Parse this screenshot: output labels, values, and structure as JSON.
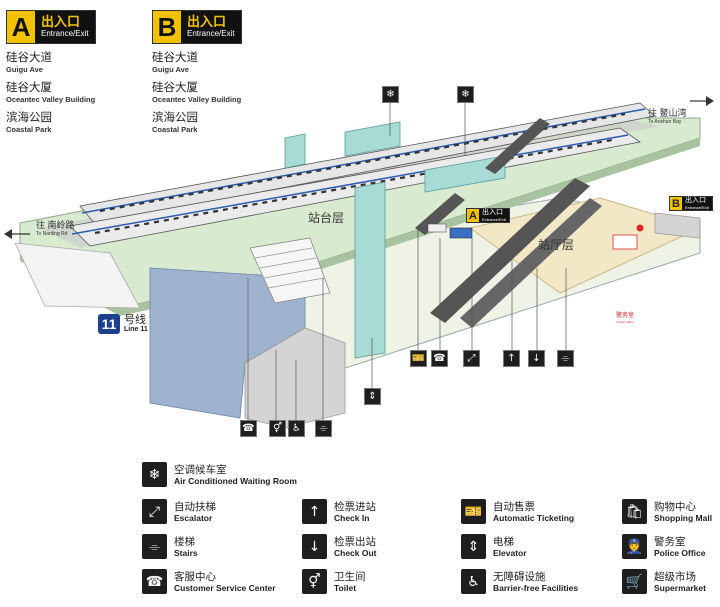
{
  "exits": [
    {
      "letter": "A",
      "label_cn": "出入口",
      "label_en": "Entrance/Exit",
      "destinations": [
        {
          "cn": "硅谷大道",
          "en": "Guigu Ave"
        },
        {
          "cn": "硅谷大厦",
          "en": "Oceantec Valley Building"
        },
        {
          "cn": "滨海公园",
          "en": "Coastal Park"
        }
      ]
    },
    {
      "letter": "B",
      "label_cn": "出入口",
      "label_en": "Entrance/Exit",
      "destinations": [
        {
          "cn": "硅谷大道",
          "en": "Guigu Ave"
        },
        {
          "cn": "硅谷大厦",
          "en": "Oceantec Valley Building"
        },
        {
          "cn": "滨海公园",
          "en": "Coastal Park"
        }
      ]
    }
  ],
  "diagram": {
    "platform_label": "站台层",
    "concourse_label": "站厅层",
    "line": {
      "number": "11",
      "cn": "号线",
      "en": "Line 11"
    },
    "direction_left": {
      "cn": "往 南岭路",
      "en": "To Nanling Rd"
    },
    "direction_right": {
      "cn": "往 鳌山湾",
      "en": "To Aoshan Bay"
    },
    "police_label": {
      "cn": "警务室",
      "en": "Police Office"
    },
    "mini_exit_a": {
      "letter": "A",
      "cn": "出入口",
      "en": "Entrance/Exit"
    },
    "mini_exit_b": {
      "letter": "B",
      "cn": "出入口",
      "en": "Entrance/Exit"
    },
    "colors": {
      "platform_green": "#d8ead0",
      "track_grey": "#bdbdbd",
      "concourse_beige": "#f3e8c6",
      "shop_blue": "#9fb3cf",
      "shaft_teal": "#a7dcd6",
      "line_blue": "#1c3f8e",
      "exit_yellow": "#f2c200"
    }
  },
  "legend": {
    "items": [
      {
        "icon": "snowflake-icon",
        "cn": "空调候车室",
        "en": "Air Conditioned Waiting Room"
      },
      {
        "icon": "escalator-icon",
        "cn": "自动扶梯",
        "en": "Escalator"
      },
      {
        "icon": "check-in-icon",
        "cn": "检票进站",
        "en": "Check In"
      },
      {
        "icon": "ticket-machine-icon",
        "cn": "自动售票",
        "en": "Automatic Ticketing"
      },
      {
        "icon": "shopping-bag-icon",
        "cn": "购物中心",
        "en": "Shopping Mall"
      },
      {
        "icon": "stairs-icon",
        "cn": "楼梯",
        "en": "Stairs"
      },
      {
        "icon": "check-out-icon",
        "cn": "检票出站",
        "en": "Check Out"
      },
      {
        "icon": "elevator-icon",
        "cn": "电梯",
        "en": "Elevator"
      },
      {
        "icon": "police-icon",
        "cn": "警务室",
        "en": "Police Office"
      },
      {
        "icon": "service-center-icon",
        "cn": "客服中心",
        "en": "Customer Service Center"
      },
      {
        "icon": "toilet-icon",
        "cn": "卫生间",
        "en": "Toilet"
      },
      {
        "icon": "wheelchair-icon",
        "cn": "无障碍设施",
        "en": "Barrier-free Facilities"
      },
      {
        "icon": "cart-icon",
        "cn": "超级市场",
        "en": "Supermarket"
      }
    ]
  }
}
